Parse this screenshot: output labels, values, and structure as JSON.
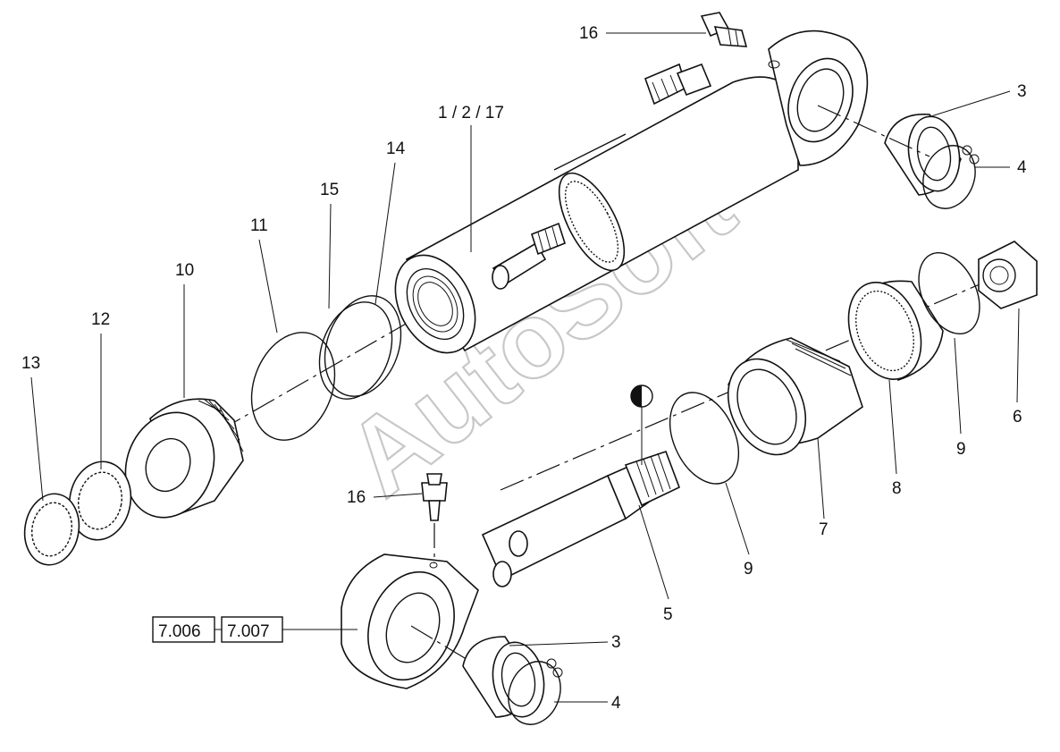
{
  "watermark": "AutoSoft",
  "callouts": {
    "c16_top": "16",
    "c1_2_17": "1 / 2 / 17",
    "c3_top": "3",
    "c4_top": "4",
    "c14": "14",
    "c15": "15",
    "c11": "11",
    "c10": "10",
    "c12": "12",
    "c13": "13",
    "c6": "6",
    "c9_right": "9",
    "c8": "8",
    "c7": "7",
    "c9_mid": "9",
    "c5": "5",
    "c16_bottom": "16",
    "c3_bottom": "3",
    "c4_bottom": "4"
  },
  "references": {
    "ref_a": "7.006",
    "ref_b": "7.007"
  }
}
